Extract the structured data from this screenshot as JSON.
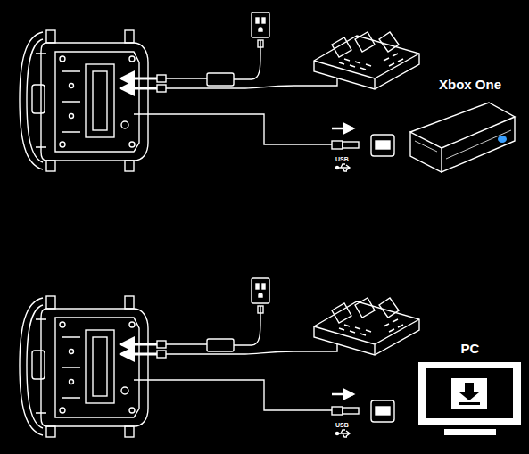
{
  "diagram": {
    "nodes": [
      {
        "text": [
          "Xbox One"
        ]
      },
      {
        "text": [
          "PC"
        ]
      }
    ],
    "labels": [
      "USB",
      "USB"
    ]
  }
}
